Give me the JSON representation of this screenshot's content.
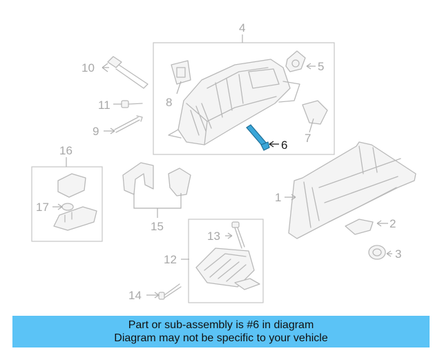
{
  "callouts": {
    "c1": "1",
    "c2": "2",
    "c3": "3",
    "c4": "4",
    "c5": "5",
    "c6": "6",
    "c7": "7",
    "c8": "8",
    "c9": "9",
    "c10": "10",
    "c11": "11",
    "c12": "12",
    "c13": "13",
    "c14": "14",
    "c15": "15",
    "c16": "16",
    "c17": "17"
  },
  "highlighted_part": "6",
  "colors": {
    "highlight_part": "#3aa6d8",
    "banner_bg": "#5bc3f6",
    "line_art": "#b9b9b9"
  },
  "banner": {
    "line1": "Part or sub-assembly is #6 in diagram",
    "line2": "Diagram may not be specific to your vehicle"
  }
}
